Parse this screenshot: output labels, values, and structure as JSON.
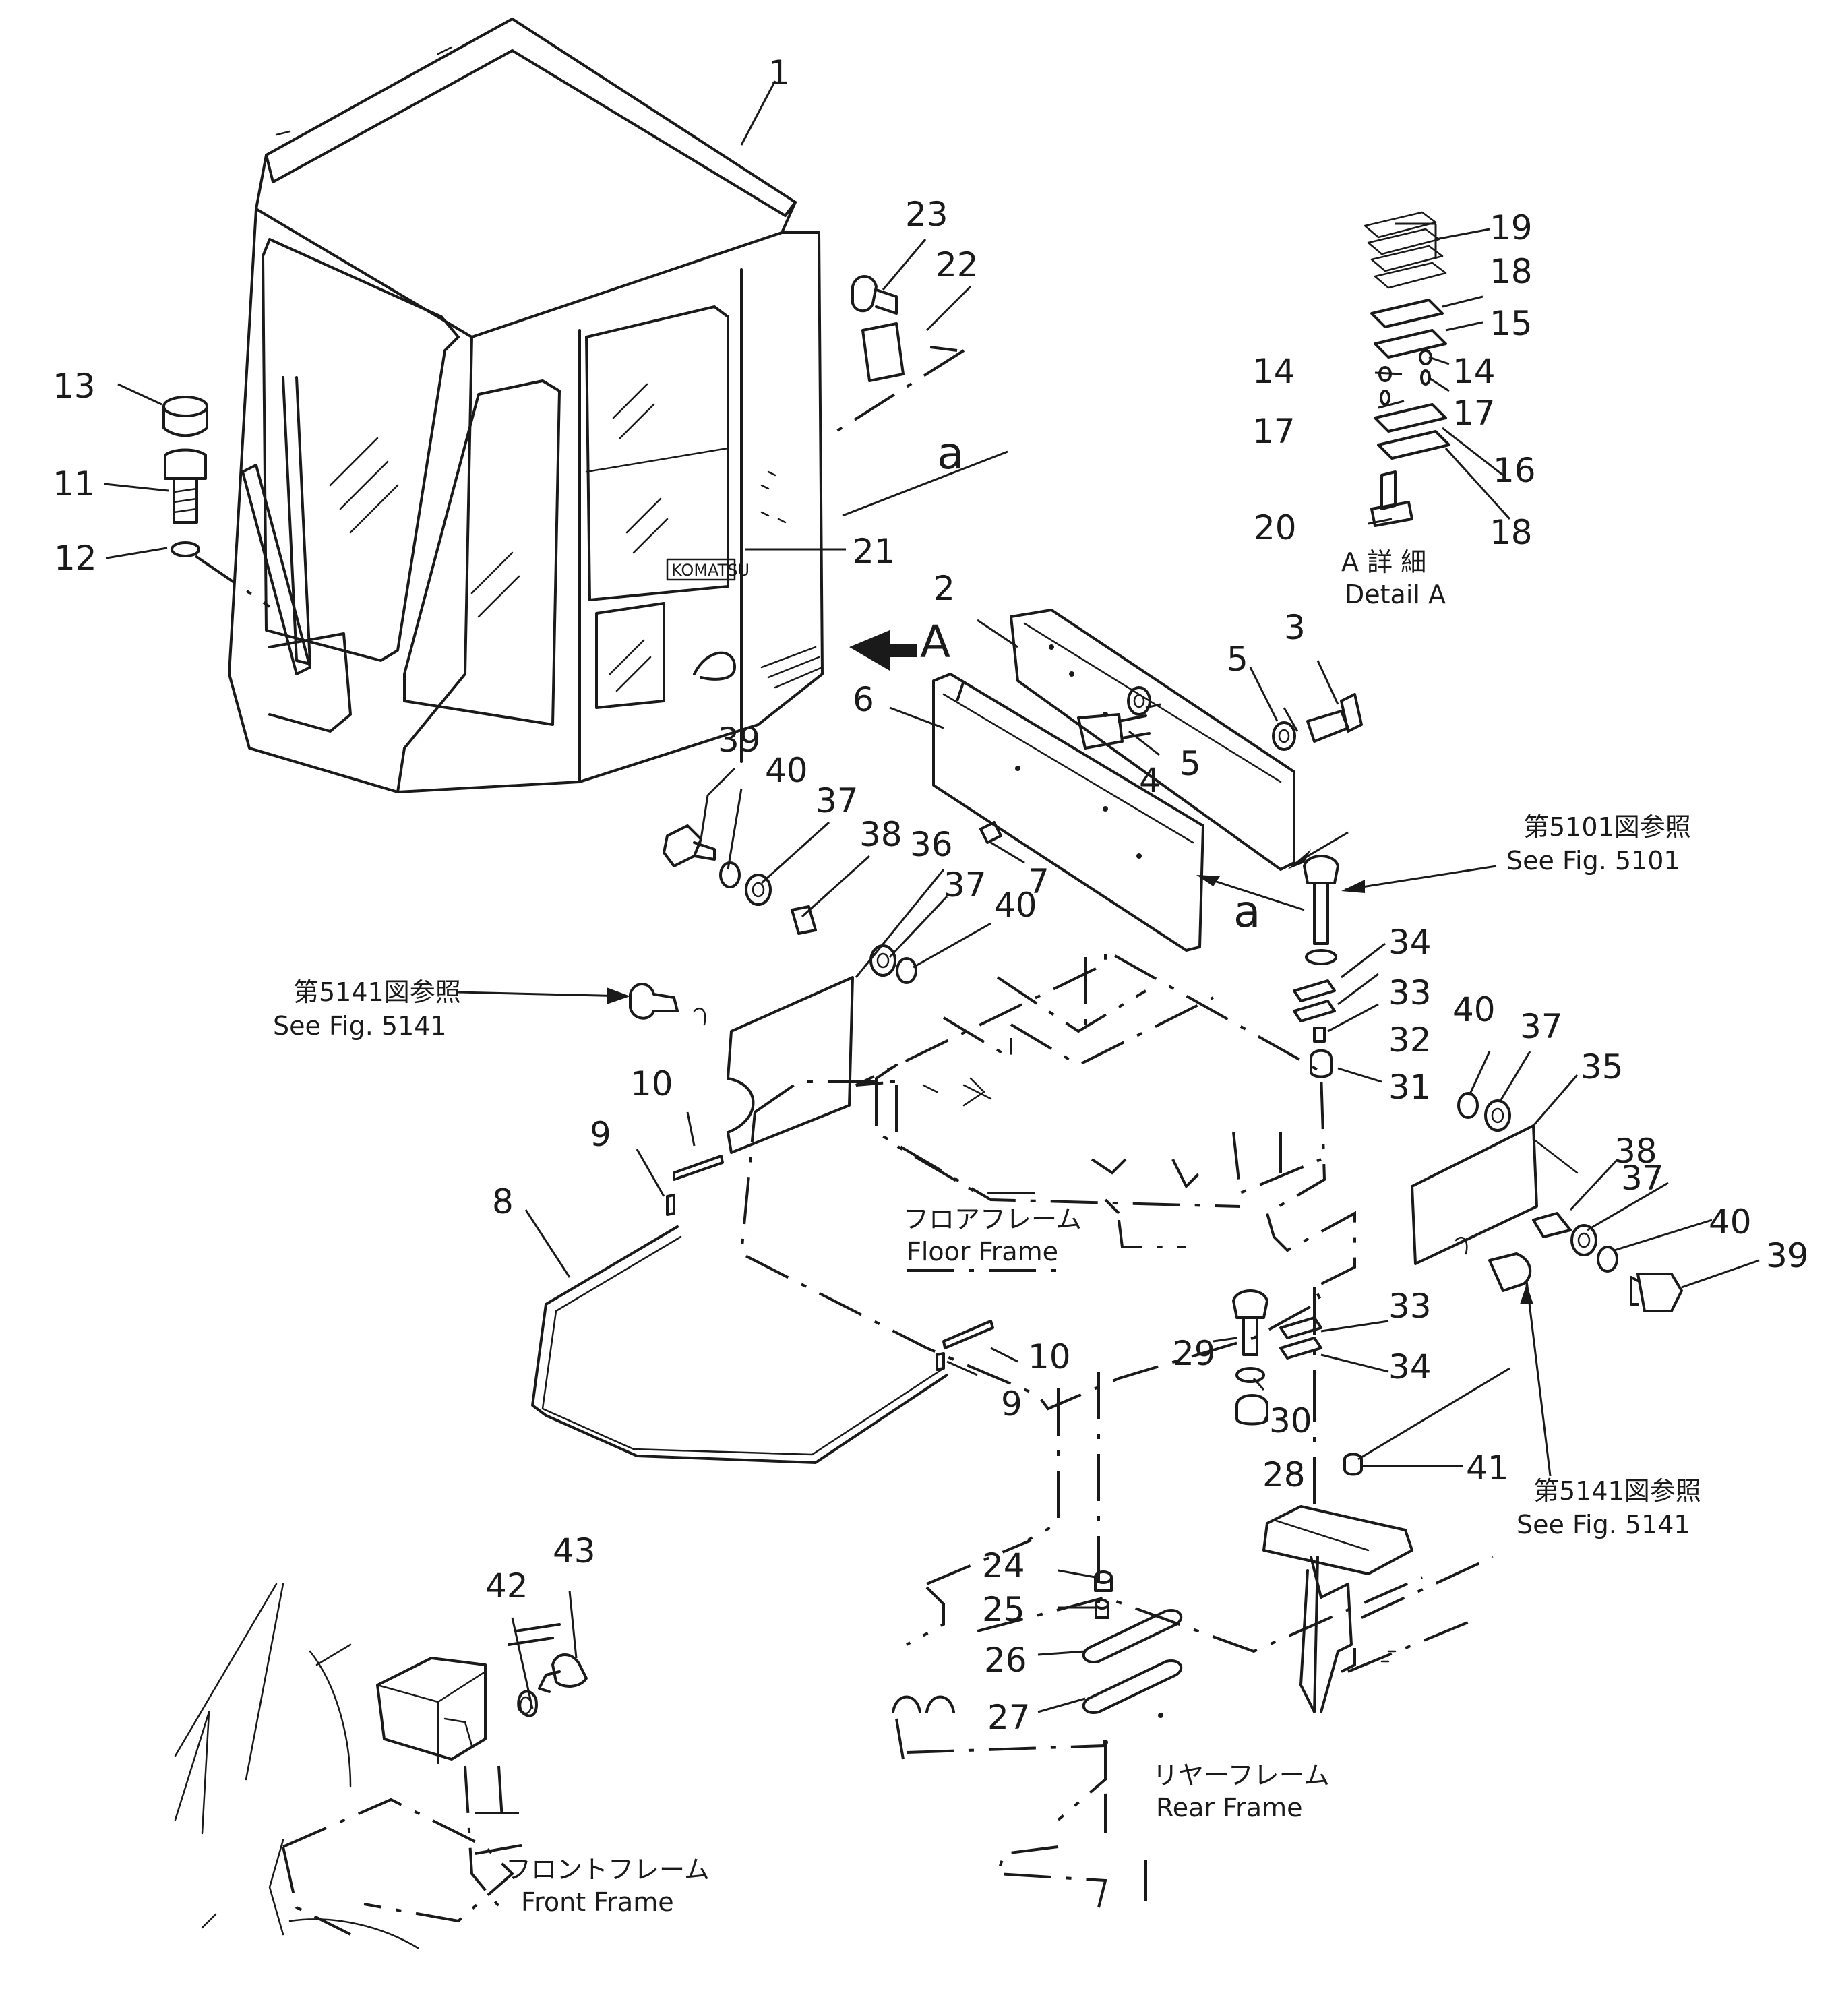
{
  "callouts": {
    "n1": "1",
    "n2": "2",
    "n3": "3",
    "n4": "4",
    "n5a": "5",
    "n5b": "5",
    "n6": "6",
    "n7": "7",
    "n8": "8",
    "n9a": "9",
    "n9b": "9",
    "n10a": "10",
    "n10b": "10",
    "n11": "11",
    "n12": "12",
    "n13": "13",
    "n14a": "14",
    "n14b": "14",
    "n15": "15",
    "n16": "16",
    "n17a": "17",
    "n17b": "17",
    "n18a": "18",
    "n18b": "18",
    "n19": "19",
    "n20": "20",
    "n21": "21",
    "n22": "22",
    "n23": "23",
    "n24": "24",
    "n25": "25",
    "n26": "26",
    "n27": "27",
    "n28": "28",
    "n29": "29",
    "n30": "30",
    "n31": "31",
    "n32": "32",
    "n33a": "33",
    "n33b": "33",
    "n34a": "34",
    "n34b": "34",
    "n35": "35",
    "n36": "36",
    "n37a": "37",
    "n37b": "37",
    "n37c": "37",
    "n37d": "37",
    "n38a": "38",
    "n38b": "38",
    "n39a": "39",
    "n39b": "39",
    "n40a": "40",
    "n40b": "40",
    "n40c": "40",
    "n40d": "40",
    "n41": "41",
    "n42": "42",
    "n43": "43"
  },
  "markers": {
    "view_a": "A",
    "a_top": "a",
    "a_bottom": "a"
  },
  "labels": {
    "detail_a_jp": "A 詳 細",
    "detail_a_en": "Detail A",
    "ref_5101_jp": "第5101図参照",
    "ref_5101_en": "See Fig. 5101",
    "ref_5141_left_jp": "第5141図参照",
    "ref_5141_left_en": "See Fig. 5141",
    "ref_5141_right_jp": "第5141図参照",
    "ref_5141_right_en": "See Fig. 5141",
    "floor_frame_jp": "フロアフレーム",
    "floor_frame_en": "Floor Frame",
    "rear_frame_jp": "リヤーフレーム",
    "rear_frame_en": "Rear Frame",
    "front_frame_jp": "フロントフレーム",
    "front_frame_en": "Front Frame",
    "cab_badge": "KOMATSU"
  }
}
